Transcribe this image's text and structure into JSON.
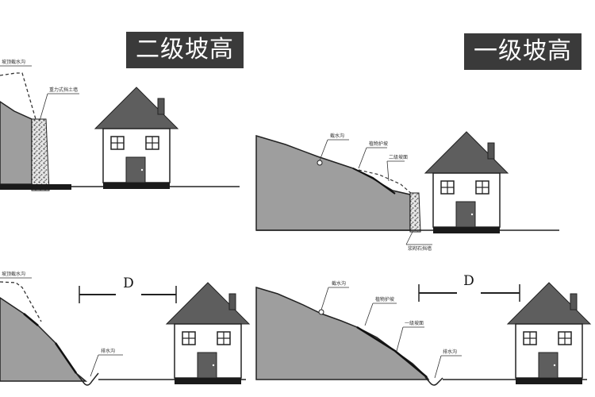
{
  "titles": {
    "left": "二级坡高",
    "right": "一级坡高"
  },
  "labels": {
    "top_left_crest": "坡顶截水沟",
    "top_left_wall": "重力式挡土墙",
    "top_right_ditch": "截水沟",
    "top_right_plant": "植物护坡",
    "top_right_platform": "二级坡面",
    "top_right_wall": "浆砌石挡墙",
    "bottom_left_crest": "坡顶截水沟",
    "bottom_left_drain": "排水沟",
    "bottom_right_ditch": "截水沟",
    "bottom_right_plant": "植物护坡",
    "bottom_right_slope": "一级坡面",
    "bottom_right_drain": "排水沟"
  },
  "dimension": {
    "left": "D",
    "right": "D"
  },
  "colors": {
    "slope_fill": "#9e9e9e",
    "roof": "#5e5e5e",
    "title_bg": "#3a3a3a",
    "ground": "#1a1a1a"
  }
}
